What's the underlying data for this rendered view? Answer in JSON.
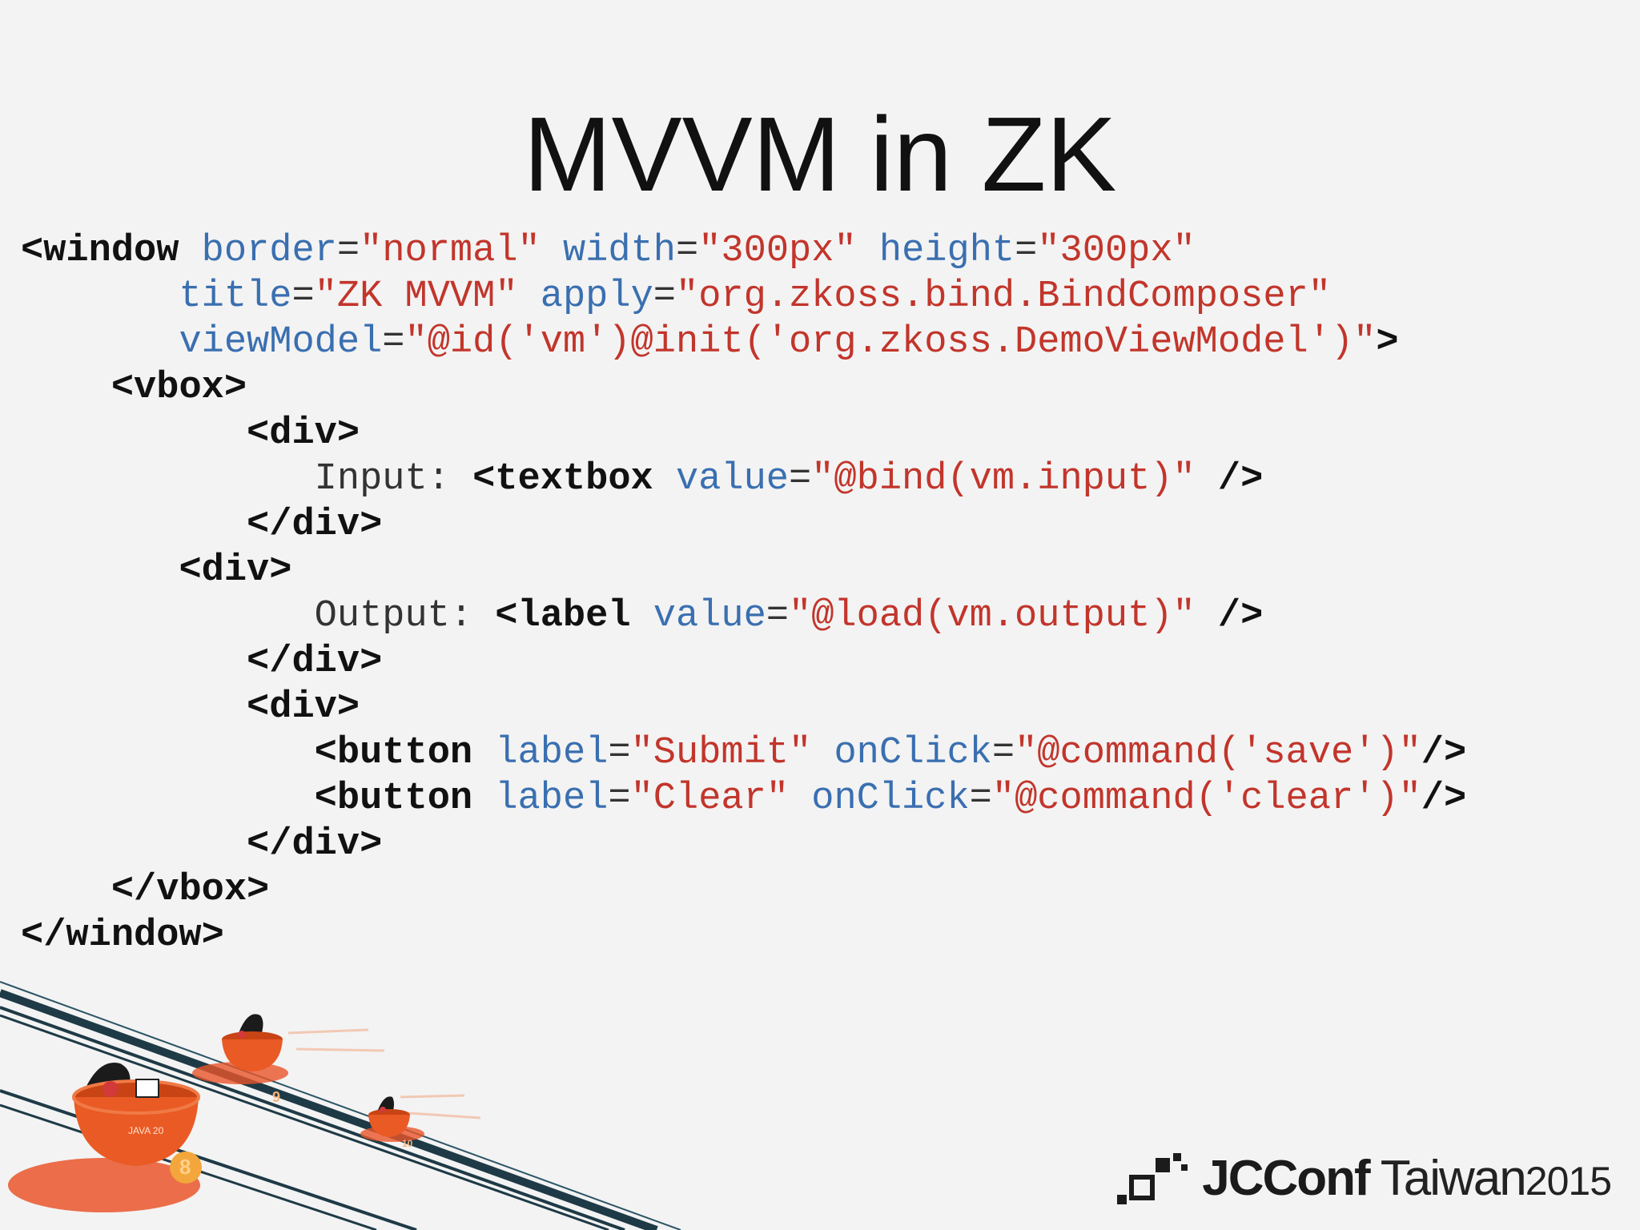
{
  "slide": {
    "title": "MVVM in ZK"
  },
  "code": {
    "lines": [
      [
        {
          "t": "tag",
          "v": "<window"
        },
        {
          "t": "txt",
          "v": " "
        },
        {
          "t": "attr",
          "v": "border"
        },
        {
          "t": "txt",
          "v": "="
        },
        {
          "t": "val",
          "v": "\"normal\""
        },
        {
          "t": "txt",
          "v": " "
        },
        {
          "t": "attr",
          "v": "width"
        },
        {
          "t": "txt",
          "v": "="
        },
        {
          "t": "val",
          "v": "\"300px\""
        },
        {
          "t": "txt",
          "v": " "
        },
        {
          "t": "attr",
          "v": "height"
        },
        {
          "t": "txt",
          "v": "="
        },
        {
          "t": "val",
          "v": "\"300px\""
        }
      ],
      [
        {
          "t": "txt",
          "v": "       "
        },
        {
          "t": "attr",
          "v": "title"
        },
        {
          "t": "txt",
          "v": "="
        },
        {
          "t": "val",
          "v": "\"ZK MVVM\""
        },
        {
          "t": "txt",
          "v": " "
        },
        {
          "t": "attr",
          "v": "apply"
        },
        {
          "t": "txt",
          "v": "="
        },
        {
          "t": "val",
          "v": "\"org.zkoss.bind.BindComposer\""
        }
      ],
      [
        {
          "t": "txt",
          "v": "       "
        },
        {
          "t": "attr",
          "v": "viewModel"
        },
        {
          "t": "txt",
          "v": "="
        },
        {
          "t": "val",
          "v": "\"@id('vm')@init('org.zkoss.DemoViewModel')\""
        },
        {
          "t": "tag",
          "v": ">"
        }
      ],
      [
        {
          "t": "txt",
          "v": "    "
        },
        {
          "t": "tag",
          "v": "<vbox>"
        }
      ],
      [
        {
          "t": "txt",
          "v": "          "
        },
        {
          "t": "tag",
          "v": "<div>"
        }
      ],
      [
        {
          "t": "txt",
          "v": "             Input: "
        },
        {
          "t": "tag",
          "v": "<textbox"
        },
        {
          "t": "txt",
          "v": " "
        },
        {
          "t": "attr",
          "v": "value"
        },
        {
          "t": "txt",
          "v": "="
        },
        {
          "t": "val",
          "v": "\"@bind(vm.input)\""
        },
        {
          "t": "txt",
          "v": " "
        },
        {
          "t": "tag",
          "v": "/>"
        }
      ],
      [
        {
          "t": "txt",
          "v": "          "
        },
        {
          "t": "tag",
          "v": "</div>"
        }
      ],
      [
        {
          "t": "txt",
          "v": "       "
        },
        {
          "t": "tag",
          "v": "<div>"
        }
      ],
      [
        {
          "t": "txt",
          "v": "             Output: "
        },
        {
          "t": "tag",
          "v": "<label"
        },
        {
          "t": "txt",
          "v": " "
        },
        {
          "t": "attr",
          "v": "value"
        },
        {
          "t": "txt",
          "v": "="
        },
        {
          "t": "val",
          "v": "\"@load(vm.output)\""
        },
        {
          "t": "txt",
          "v": " "
        },
        {
          "t": "tag",
          "v": "/>"
        }
      ],
      [
        {
          "t": "txt",
          "v": "          "
        },
        {
          "t": "tag",
          "v": "</div>"
        }
      ],
      [
        {
          "t": "txt",
          "v": "          "
        },
        {
          "t": "tag",
          "v": "<div>"
        }
      ],
      [
        {
          "t": "txt",
          "v": "             "
        },
        {
          "t": "tag",
          "v": "<button"
        },
        {
          "t": "txt",
          "v": " "
        },
        {
          "t": "attr",
          "v": "label"
        },
        {
          "t": "txt",
          "v": "="
        },
        {
          "t": "val",
          "v": "\"Submit\""
        },
        {
          "t": "txt",
          "v": " "
        },
        {
          "t": "attr",
          "v": "onClick"
        },
        {
          "t": "txt",
          "v": "="
        },
        {
          "t": "val",
          "v": "\"@command('save')\""
        },
        {
          "t": "tag",
          "v": "/>"
        }
      ],
      [
        {
          "t": "txt",
          "v": "             "
        },
        {
          "t": "tag",
          "v": "<button"
        },
        {
          "t": "txt",
          "v": " "
        },
        {
          "t": "attr",
          "v": "label"
        },
        {
          "t": "txt",
          "v": "="
        },
        {
          "t": "val",
          "v": "\"Clear\""
        },
        {
          "t": "txt",
          "v": " "
        },
        {
          "t": "attr",
          "v": "onClick"
        },
        {
          "t": "txt",
          "v": "="
        },
        {
          "t": "val",
          "v": "\"@command('clear')\""
        },
        {
          "t": "tag",
          "v": "/>"
        }
      ],
      [
        {
          "t": "txt",
          "v": "          "
        },
        {
          "t": "tag",
          "v": "</div>"
        }
      ],
      [
        {
          "t": "txt",
          "v": "    "
        },
        {
          "t": "tag",
          "v": "</vbox>"
        }
      ],
      [
        {
          "t": "tag",
          "v": "</window>"
        }
      ]
    ]
  },
  "logo": {
    "brand_prefix": "JC",
    "brand_rest": "Conf",
    "region": " Taiwan",
    "year": "2015"
  },
  "decoration": {
    "mascot_labels": [
      "JAVA 20",
      "8",
      "9",
      "10"
    ]
  },
  "colors": {
    "background": "#f3f3f3",
    "tag": "#111111",
    "attribute": "#3a6fb0",
    "value": "#c2352b",
    "cup_orange": "#ea5a24",
    "stripe_dark": "#1e3a46"
  }
}
